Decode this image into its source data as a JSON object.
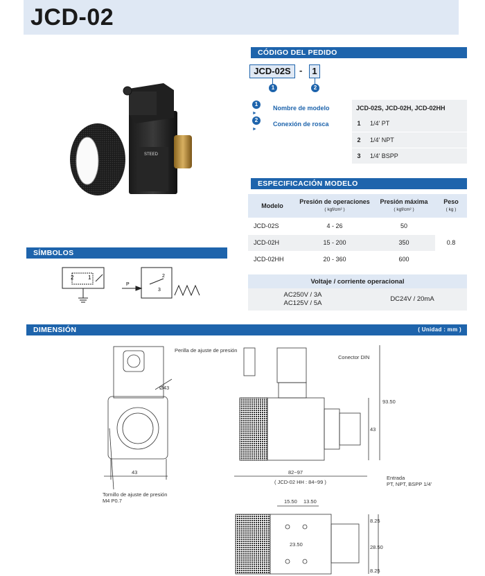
{
  "title": "JCD-02",
  "order": {
    "heading": "CÓDIGO DEL PEDIDO",
    "code_part1": "JCD-02S",
    "dash": "-",
    "code_part2": "1",
    "marker1": "1",
    "marker2": "2",
    "rows": [
      {
        "marker": "1",
        "label": "Nombre de modelo",
        "value": "JCD-02S, JCD-02H, JCD-02HH"
      },
      {
        "marker": "2",
        "label": "Conexión de rosca",
        "options": [
          {
            "num": "1",
            "text": "1/4' PT"
          },
          {
            "num": "2",
            "text": "1/4' NPT"
          },
          {
            "num": "3",
            "text": "1/4' BSPP"
          }
        ]
      }
    ]
  },
  "spec": {
    "heading": "ESPECIFICACIÓN MODELO",
    "headers": {
      "model": "Modelo",
      "op_pressure": "Presión de operaciones",
      "op_unit": "( kgf/cm² )",
      "max_pressure": "Presión máxima",
      "max_unit": "( kgf/cm² )",
      "weight": "Peso",
      "weight_unit": "( kg )"
    },
    "rows": [
      {
        "model": "JCD-02S",
        "op": "4 - 26",
        "max": "50"
      },
      {
        "model": "JCD-02H",
        "op": "15 - 200",
        "max": "350"
      },
      {
        "model": "JCD-02HH",
        "op": "20 - 360",
        "max": "600"
      }
    ],
    "weight": "0.8"
  },
  "voltage": {
    "header": "Voltaje / corriente operacional",
    "ac_line1": "AC250V / 3A",
    "ac_line2": "AC125V / 5A",
    "dc": "DC24V / 20mA"
  },
  "symbols": {
    "heading": "SÍMBOLOS",
    "sw_left": "2",
    "sw_right": "1",
    "p_label": "P",
    "n2": "2",
    "n3": "3"
  },
  "dimension": {
    "heading": "DIMENSIÓN",
    "unit": "( Unidad : mm )",
    "labels": {
      "knob": "Perilla de ajuste de presión",
      "connector": "Conector DIN",
      "dia": "Ø43",
      "w43": "43",
      "screw1": "Tornillo de ajuste de presión",
      "screw2": "M4 P0.7",
      "len": "82~97",
      "len_hh": "( JCD-02 HH : 84~99 )",
      "inlet1": "Entrada",
      "inlet2": "PT, NPT, BSPP 1/4'",
      "h93": "93.50",
      "h43": "43",
      "d1550": "15.50",
      "d1350": "13.50",
      "d2350": "23.50",
      "d2850": "28.50",
      "d825a": "8.25",
      "d825b": "8.25"
    }
  },
  "photo": {
    "brand": "STEED"
  }
}
